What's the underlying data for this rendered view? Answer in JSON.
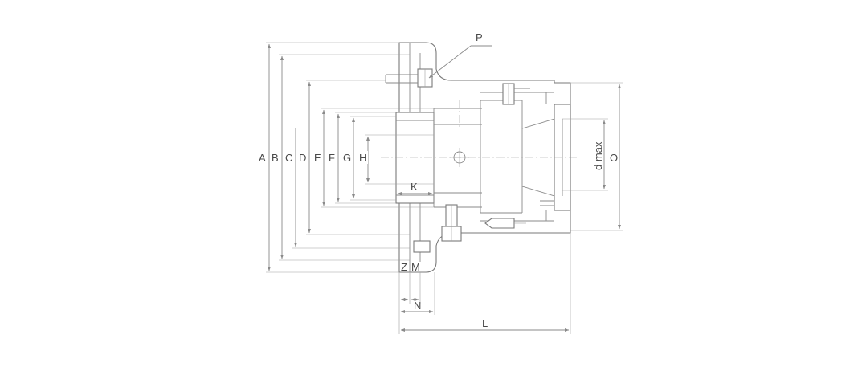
{
  "labels": {
    "P": "P",
    "A": "A",
    "B": "B",
    "C": "C",
    "D": "D",
    "E": "E",
    "F": "F",
    "G": "G",
    "H": "H",
    "K": "K",
    "Z": "Z",
    "M": "M",
    "N": "N",
    "L": "L",
    "dmax": "d max",
    "O": "O"
  }
}
